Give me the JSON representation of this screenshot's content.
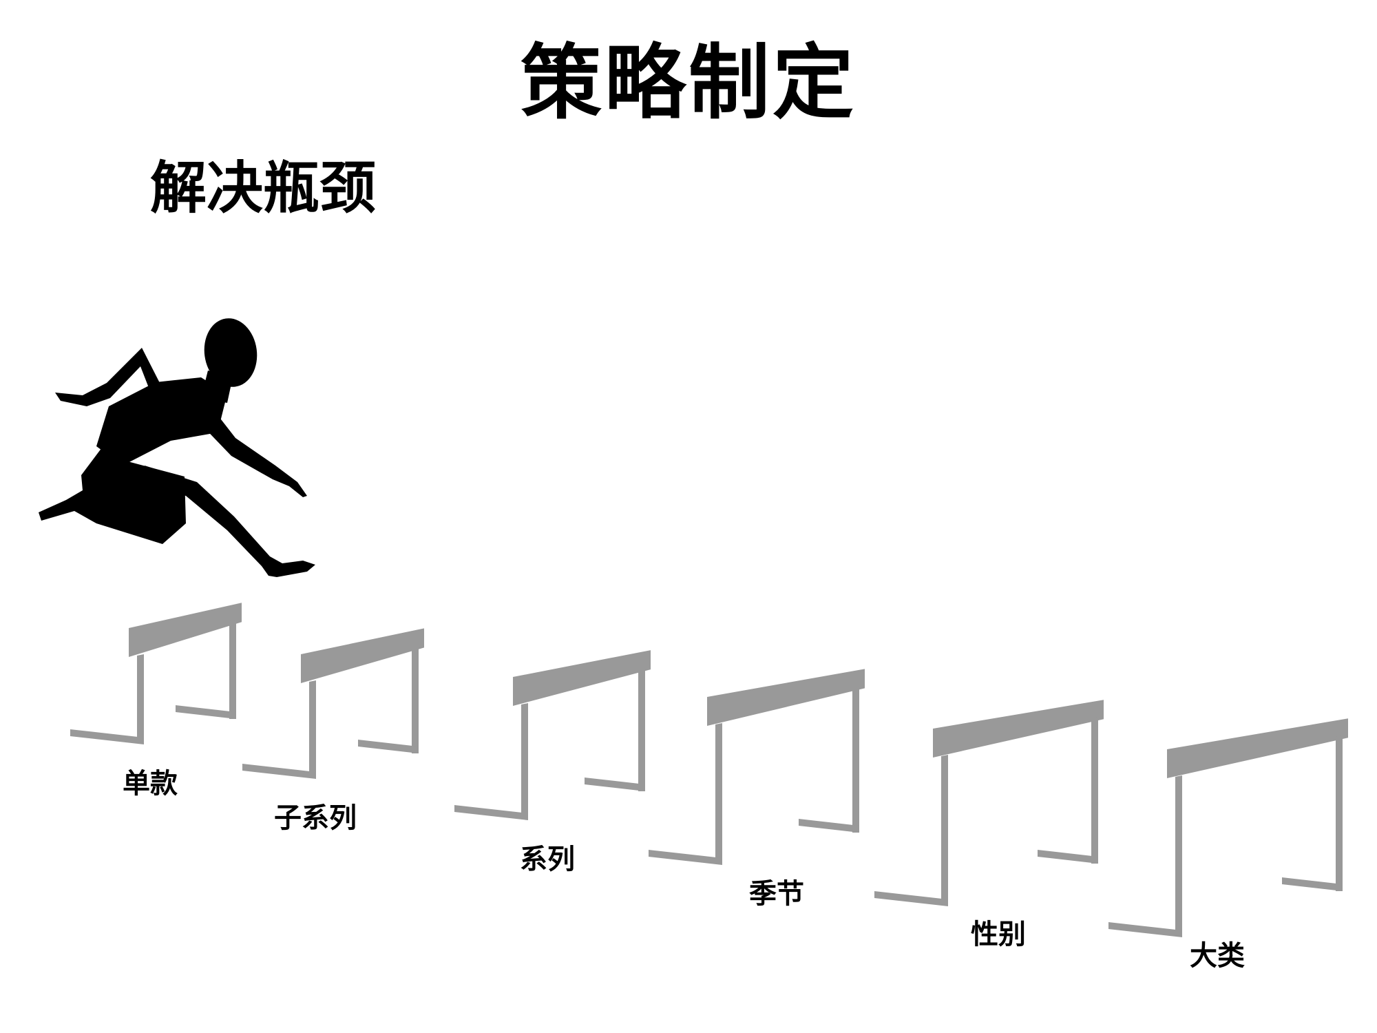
{
  "title": "策略制定",
  "subtitle": "解决瓶颈",
  "colors": {
    "hurdle": "#999999",
    "silhouette": "#000000",
    "background": "#ffffff"
  },
  "icons": {
    "figure": "hurdler-silhouette-icon",
    "obstacle": "hurdle-icon"
  },
  "stages": [
    {
      "label": "单款"
    },
    {
      "label": "子系列"
    },
    {
      "label": "系列"
    },
    {
      "label": "季节"
    },
    {
      "label": "性别"
    },
    {
      "label": "大类"
    }
  ]
}
